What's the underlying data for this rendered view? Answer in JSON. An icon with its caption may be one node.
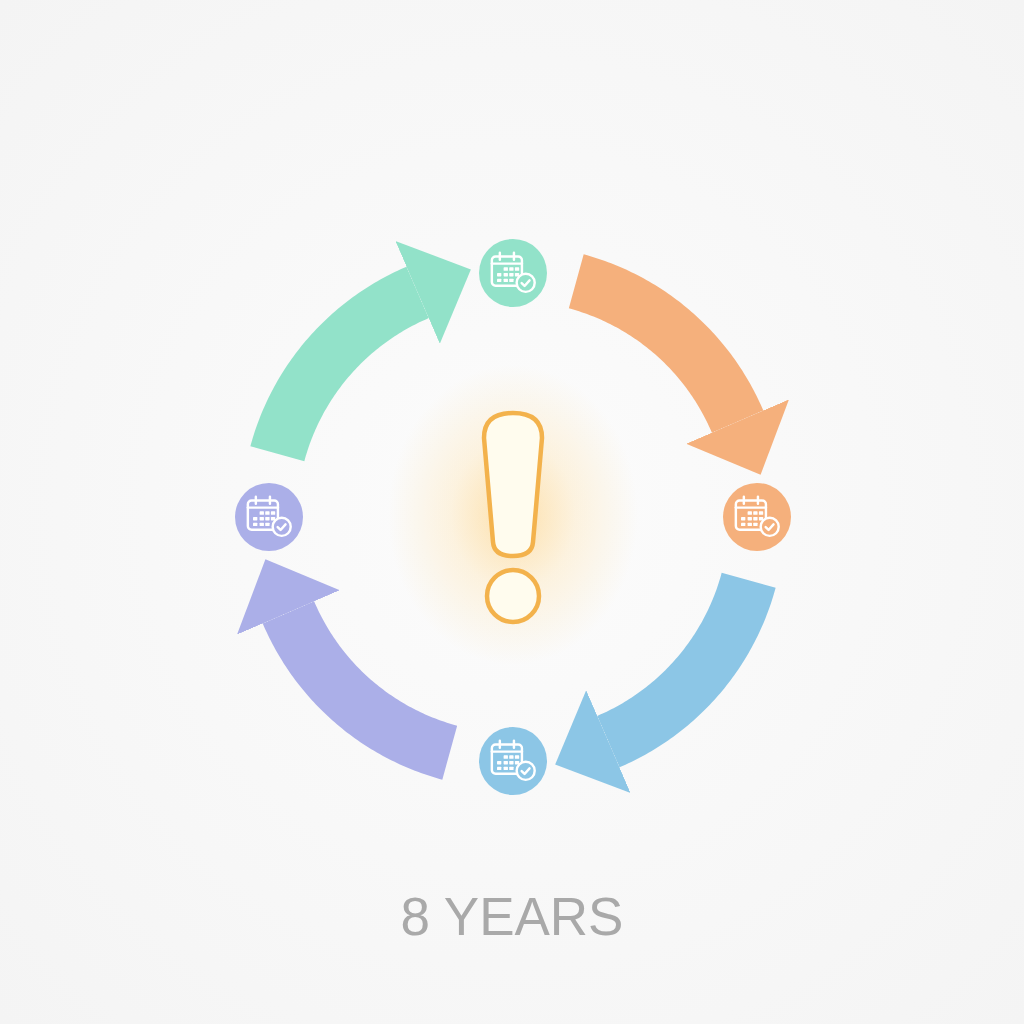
{
  "diagram": {
    "caption": "8 YEARS",
    "nodes": [
      {
        "text": [],
        "shape": "picture"
      },
      {
        "text": [],
        "shape": "picture"
      },
      {
        "text": [],
        "shape": "picture"
      },
      {
        "text": [],
        "shape": "picture"
      }
    ],
    "edges": [
      {
        "from": 0,
        "to": 1,
        "arrow": "to",
        "color": "#f5b07c"
      },
      {
        "from": 1,
        "to": 2,
        "arrow": "to",
        "color": "#8cc6e6"
      },
      {
        "from": 2,
        "to": 3,
        "arrow": "to",
        "color": "#abafe8"
      },
      {
        "from": 3,
        "to": 0,
        "arrow": "to",
        "color": "#92e2c9"
      }
    ]
  }
}
